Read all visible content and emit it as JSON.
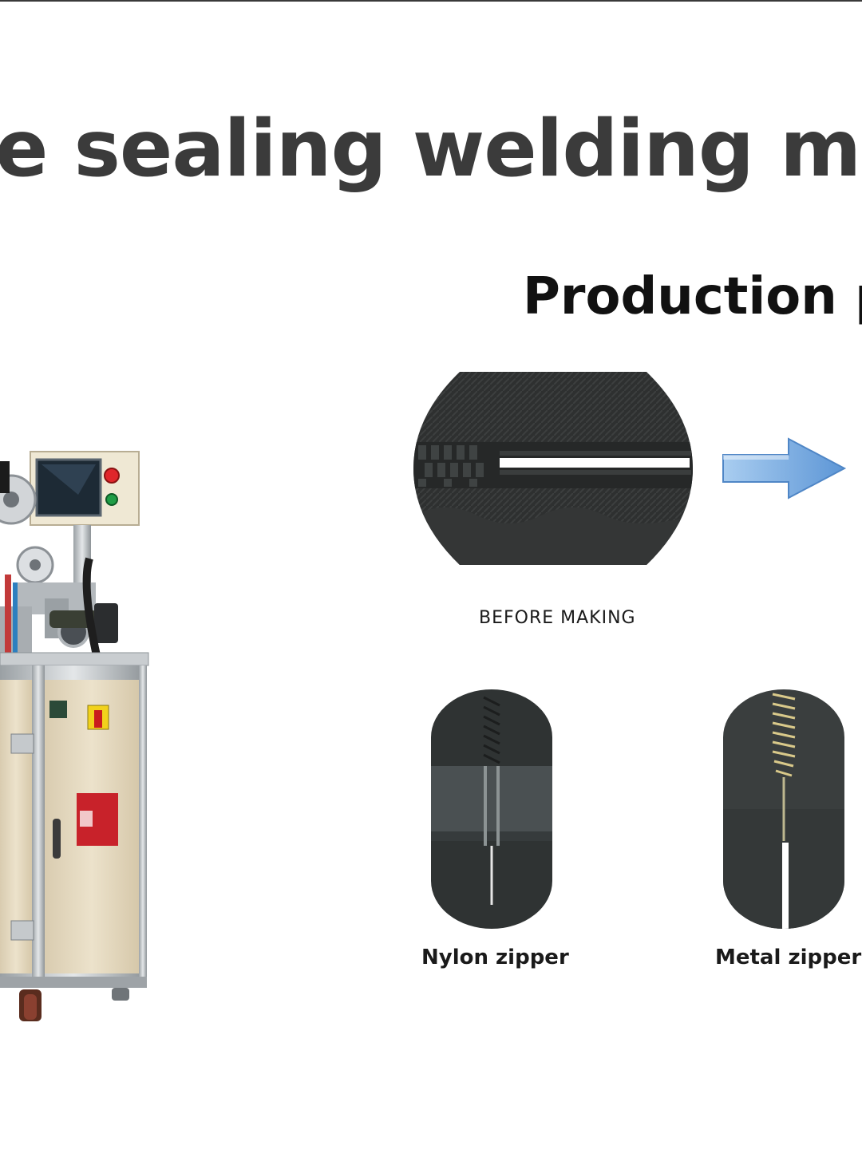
{
  "headline": "e sealing welding mach",
  "subhead": "Production p",
  "captions": {
    "before": "BEFORE MAKING",
    "nylon": "Nylon zipper",
    "metal": "Metal zipper"
  },
  "colors": {
    "headline": "#3b3b3b",
    "zipper_fabric": "#2e3030",
    "arrow": "#7aaee0",
    "machine_cabinet": "#e8dcc2",
    "indicator_red": "#e0262b",
    "indicator_green": "#1f9d46"
  },
  "icons": {
    "arrow": "arrow-right-icon"
  }
}
